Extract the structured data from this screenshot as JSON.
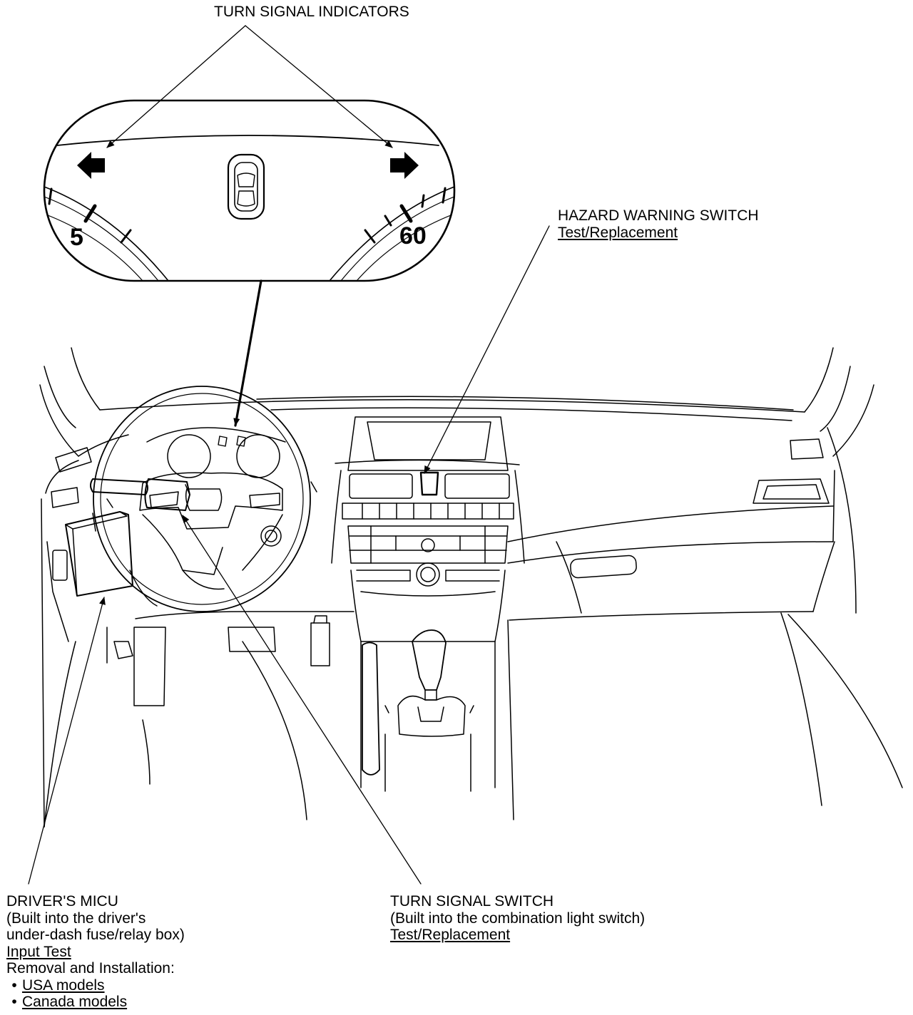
{
  "callouts": {
    "turn_signal_indicators": {
      "title": "TURN SIGNAL INDICATORS"
    },
    "hazard_warning_switch": {
      "title": "HAZARD WARNING SWITCH",
      "link": "Test/Replacement"
    },
    "turn_signal_switch": {
      "title": "TURN SIGNAL SWITCH",
      "note": "(Built into the combination light switch)",
      "link": "Test/Replacement"
    },
    "drivers_micu": {
      "title": "DRIVER'S MICU",
      "note_1": "(Built into the driver's",
      "note_2": "under-dash fuse/relay box)",
      "link_input_test": "Input Test",
      "removal_heading": "Removal and Installation:",
      "bullet": "•",
      "link_usa": "USA models",
      "link_canada": "Canada models"
    }
  },
  "gauge": {
    "left_value": "5",
    "right_value": "60"
  },
  "icons": [
    "arrow-left-icon",
    "arrow-right-icon",
    "car-top-icon"
  ],
  "colors": {
    "line": "#000000",
    "background": "#ffffff"
  }
}
